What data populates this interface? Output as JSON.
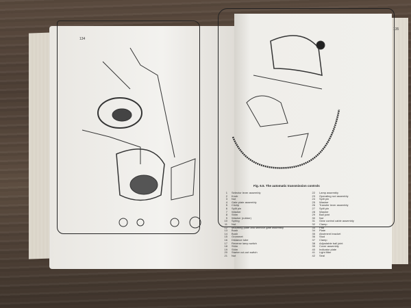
{
  "left_page": {
    "page_number": "134"
  },
  "right_page": {
    "page_number": "135",
    "caption": "Fig. 6.5. The automatic transmission controls",
    "legend_left": [
      {
        "n": "1",
        "t": "Selector lever assembly"
      },
      {
        "n": "2",
        "t": "Knob"
      },
      {
        "n": "3",
        "t": "Nut"
      },
      {
        "n": "4",
        "t": "Gate plate assembly"
      },
      {
        "n": "5",
        "t": "Circlip"
      },
      {
        "n": "6",
        "t": "Split pin"
      },
      {
        "n": "7",
        "t": "Washer"
      },
      {
        "n": "8",
        "t": "Shim"
      },
      {
        "n": "9",
        "t": "Washer (rubber)"
      },
      {
        "n": "10",
        "t": "Spring"
      },
      {
        "n": "11",
        "t": "Nut"
      },
      {
        "n": "12",
        "t": "Mounting plate and selector gate assembly"
      },
      {
        "n": "13",
        "t": "Bush"
      },
      {
        "n": "14",
        "t": "Bush"
      },
      {
        "n": "15",
        "t": "Grommet"
      },
      {
        "n": "16",
        "t": "Distance tube"
      },
      {
        "n": "17",
        "t": "Reverse lamp switch"
      },
      {
        "n": "18",
        "t": "Shim"
      },
      {
        "n": "19",
        "t": "Shim"
      },
      {
        "n": "20",
        "t": "Starter cut-out switch"
      },
      {
        "n": "21",
        "t": "Nut"
      }
    ],
    "legend_right": [
      {
        "n": "22",
        "t": "Lamp assembly"
      },
      {
        "n": "23",
        "t": "Operating rod assembly"
      },
      {
        "n": "24",
        "t": "Split pin"
      },
      {
        "n": "25",
        "t": "Washer"
      },
      {
        "n": "26",
        "t": "Transfer lever assembly"
      },
      {
        "n": "27",
        "t": "Split pin"
      },
      {
        "n": "28",
        "t": "Washer"
      },
      {
        "n": "29",
        "t": "Ball joint"
      },
      {
        "n": "30",
        "t": "Nut"
      },
      {
        "n": "31",
        "t": "Gear control cable assembly"
      },
      {
        "n": "32",
        "t": "Clamp"
      },
      {
        "n": "33",
        "t": "Pad"
      },
      {
        "n": "34",
        "t": "Plate"
      },
      {
        "n": "35",
        "t": "Abutment bracket"
      },
      {
        "n": "36",
        "t": "Stud"
      },
      {
        "n": "37",
        "t": "Clamp"
      },
      {
        "n": "38",
        "t": "Adjustable ball joint"
      },
      {
        "n": "39",
        "t": "Cover assembly"
      },
      {
        "n": "40",
        "t": "Indicator plate"
      },
      {
        "n": "41",
        "t": "Light filter"
      },
      {
        "n": "42",
        "t": "Seal"
      }
    ]
  }
}
